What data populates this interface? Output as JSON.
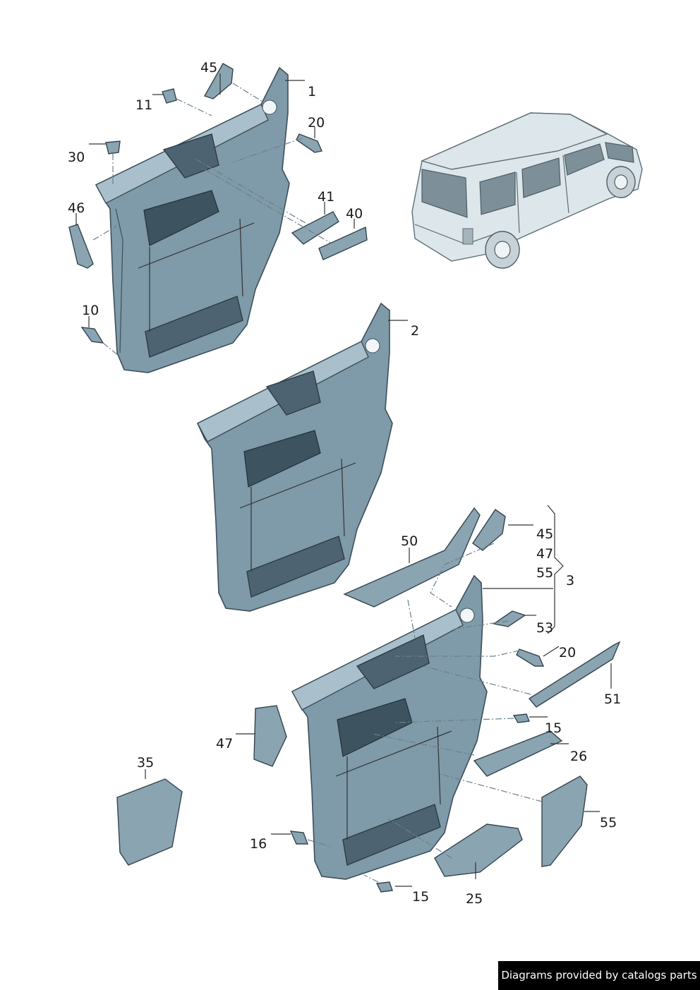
{
  "callouts": {
    "c1": "1",
    "c2": "2",
    "c3": "3",
    "c10": "10",
    "c11": "11",
    "c15a": "15",
    "c15b": "15",
    "c16": "16",
    "c20a": "20",
    "c20b": "20",
    "c25": "25",
    "c26": "26",
    "c30": "30",
    "c35": "35",
    "c40": "40",
    "c41": "41",
    "c45a": "45",
    "c45b": "45",
    "c46": "46",
    "c47a": "47",
    "c47b": "47",
    "c50": "50",
    "c51": "51",
    "c53": "53",
    "c55a": "55",
    "c55b": "55"
  },
  "credit": "Diagrams provided by catalogs parts",
  "colors": {
    "panel": "#7f9aa8",
    "panel_dark": "#4d6371",
    "van_body": "#dde6ea",
    "credit_bg": "#000000",
    "credit_text": "#ffffff"
  }
}
